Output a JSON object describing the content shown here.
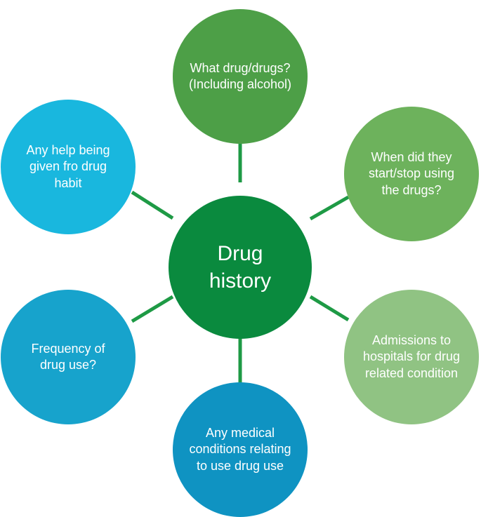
{
  "diagram": {
    "center": {
      "label": "Drug\nhistory",
      "color": "#0a8a3e"
    },
    "nodes": [
      {
        "id": "top",
        "label": "What drug/drugs?\n(Including alcohol)",
        "color": "#4d9f47"
      },
      {
        "id": "tr",
        "label": "When did they\nstart/stop using\nthe drugs?",
        "color": "#6db25c"
      },
      {
        "id": "br",
        "label": "Admissions to\nhospitals for drug\nrelated condition",
        "color": "#90c383"
      },
      {
        "id": "bottom",
        "label": "Any medical\nconditions relating\nto use drug use",
        "color": "#0f93c2"
      },
      {
        "id": "bl",
        "label": "Frequency of\ndrug use?",
        "color": "#17a3cc"
      },
      {
        "id": "tl",
        "label": "Any help being\ngiven fro drug\nhabit",
        "color": "#19b7de"
      }
    ],
    "link_color": "#1e9a45"
  }
}
